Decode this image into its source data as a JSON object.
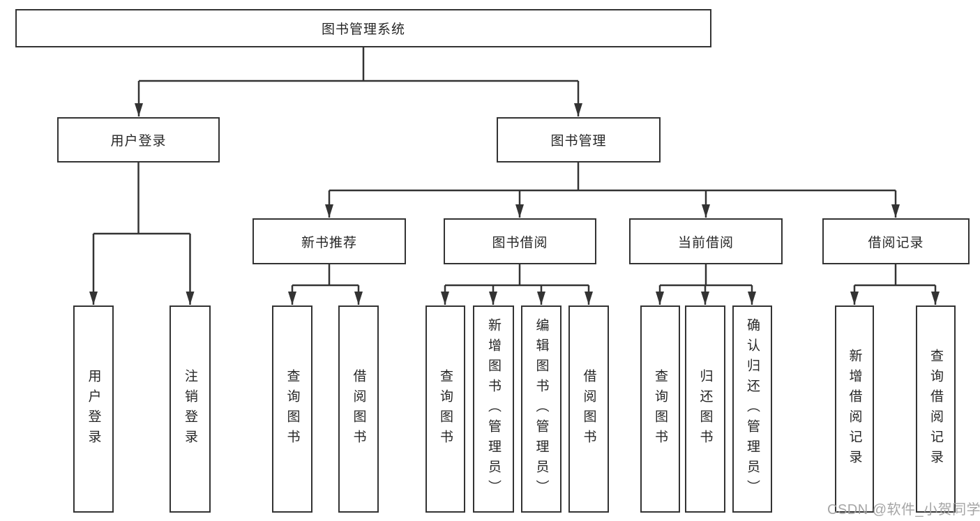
{
  "nodes": {
    "root": {
      "label": "图书管理系统"
    },
    "user_login": {
      "label": "用户登录"
    },
    "book_mgmt": {
      "label": "图书管理"
    },
    "new_book_rec": {
      "label": "新书推荐"
    },
    "book_borrow": {
      "label": "图书借阅"
    },
    "current_borrow": {
      "label": "当前借阅"
    },
    "borrow_records": {
      "label": "借阅记录"
    },
    "leaf_user_login": {
      "label": "用户登录"
    },
    "leaf_logout": {
      "label": "注销登录"
    },
    "leaf_query_book_1": {
      "label": "查询图书"
    },
    "leaf_borrow_book_1": {
      "label": "借阅图书"
    },
    "leaf_query_book_2": {
      "label": "查询图书"
    },
    "leaf_add_book": {
      "label": "新增图书（管理员）"
    },
    "leaf_edit_book": {
      "label": "编辑图书（管理员）"
    },
    "leaf_borrow_book_2": {
      "label": "借阅图书"
    },
    "leaf_query_book_3": {
      "label": "查询图书"
    },
    "leaf_return_book": {
      "label": "归还图书"
    },
    "leaf_confirm_return": {
      "label": "确认归还（管理员）"
    },
    "leaf_add_record": {
      "label": "新增借阅记录"
    },
    "leaf_query_record": {
      "label": "查询借阅记录"
    }
  },
  "watermark": {
    "text": "CSDN @软件_小贺同学"
  },
  "colors": {
    "line": "#333333",
    "text": "#262626",
    "watermark": "#9e9e9e",
    "background": "#ffffff"
  }
}
